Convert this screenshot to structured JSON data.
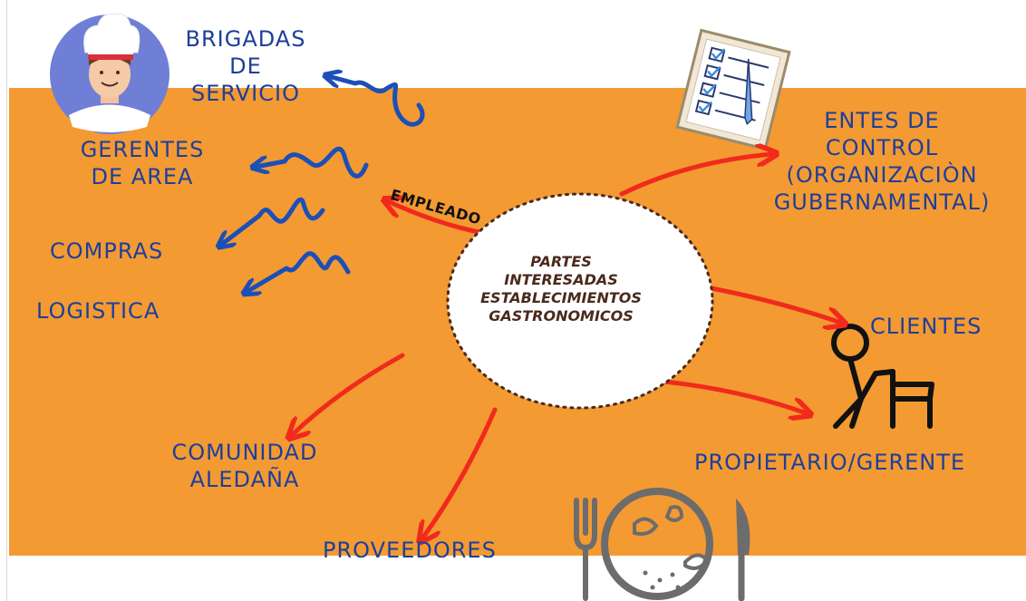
{
  "center": {
    "line1": "PARTES",
    "line2": "INTERESADAS",
    "line3": "ESTABLECIMIENTOS",
    "line4": "GASTRONOMICOS"
  },
  "empleado": "EMPLEADO",
  "labels": {
    "brigadas": {
      "l1": "BRIGADAS",
      "l2": "DE",
      "l3": "SERVICIO"
    },
    "gerentes": {
      "l1": "GERENTES",
      "l2": "DE AREA"
    },
    "compras": "COMPRAS",
    "logistica": "LOGISTICA",
    "entes": {
      "l1": "ENTES DE",
      "l2": "CONTROL",
      "l3": "(ORGANIZACIÒN",
      "l4": "GUBERNAMENTAL)"
    },
    "clientes": "CLIENTES",
    "propietario": "PROPIETARIO/GERENTE",
    "comunidad": {
      "l1": "COMUNIDAD",
      "l2": "ALEDAÑA"
    },
    "proveedores": "PROVEEDORES"
  },
  "colors": {
    "band": "#f39a33",
    "label": "#1d3f9a",
    "red_arrow": "#f12a1c",
    "blue_arrow": "#1c4fb8",
    "center_text": "#4a2a1c"
  },
  "icons": [
    "chef-avatar-icon",
    "checklist-clipboard-icon",
    "shopper-cart-icon",
    "plate-fork-knife-icon"
  ]
}
